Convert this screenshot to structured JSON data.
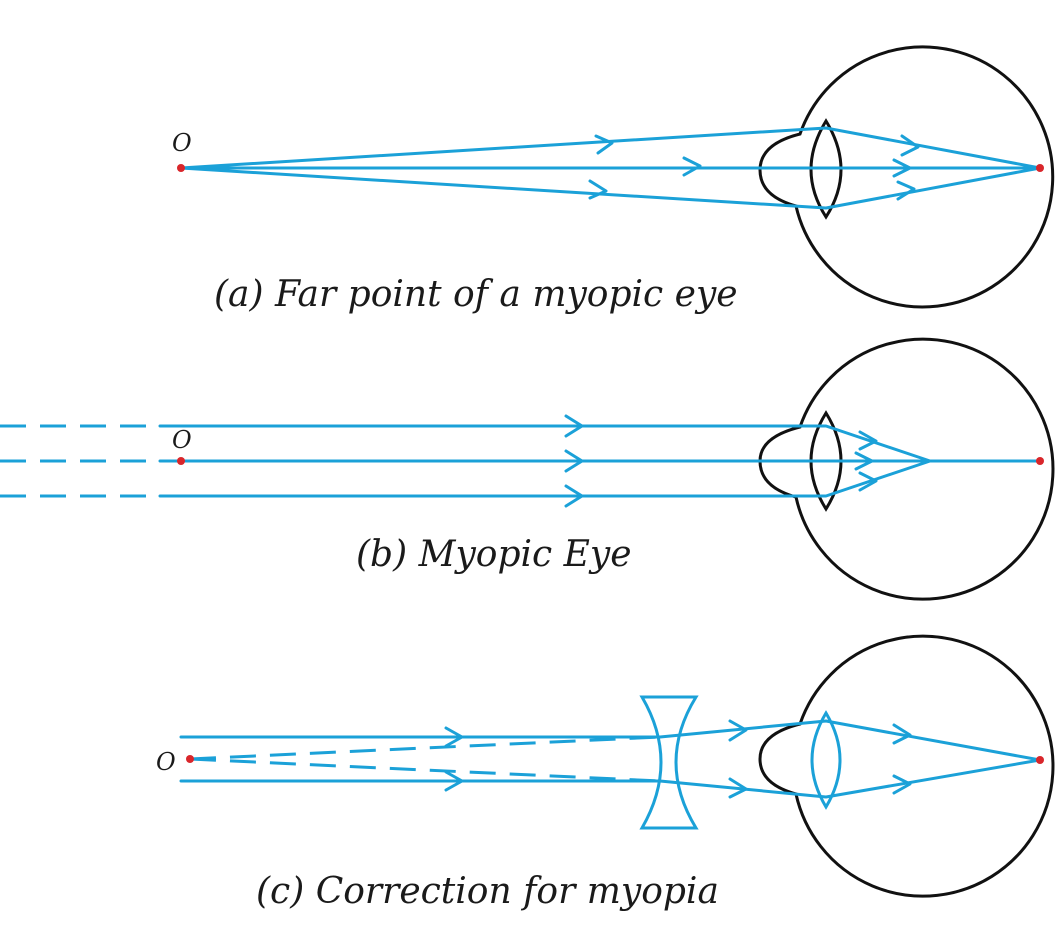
{
  "colors": {
    "ray": "#1ba1d8",
    "eye_outline": "#111111",
    "point": "#d9262b"
  },
  "panels": {
    "a": {
      "caption": "(a) Far point of a myopic eye",
      "point_label": "O"
    },
    "b": {
      "caption": "(b) Myopic Eye",
      "point_label": "O"
    },
    "c": {
      "caption": "(c) Correction for myopia",
      "point_label": "O"
    }
  }
}
